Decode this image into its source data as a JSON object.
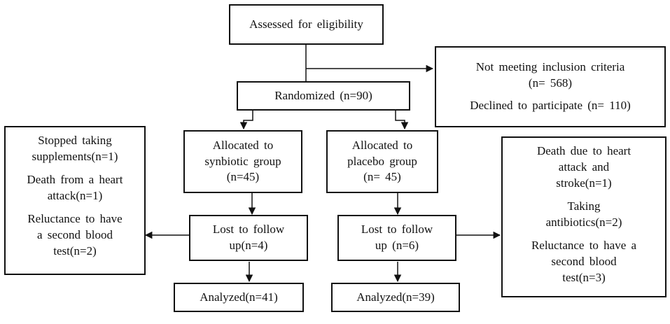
{
  "assessed": "Assessed for eligibility",
  "excluded": {
    "not_meeting": "Not meeting inclusion criteria",
    "not_meeting_n": "(n= 568)",
    "declined": "Declined to participate (n= 110)"
  },
  "randomized": "Randomized (n=90)",
  "synbiotic": {
    "allocated_1": "Allocated to",
    "allocated_2": "synbiotic group",
    "allocated_3": "(n=45)",
    "lost_1": "Lost to follow",
    "lost_2": "up(n=4)",
    "analyzed": "Analyzed(n=41)",
    "reasons": {
      "r1a": "Stopped taking",
      "r1b": "supplements(n=1)",
      "r2a": "Death from a heart",
      "r2b": "attack(n=1)",
      "r3a": "Reluctance to have",
      "r3b": "a second blood",
      "r3c": "test(n=2)"
    }
  },
  "placebo": {
    "allocated_1": "Allocated to",
    "allocated_2": "placebo group",
    "allocated_3": "(n= 45)",
    "lost_1": "Lost to follow",
    "lost_2": "up (n=6)",
    "analyzed": "Analyzed(n=39)",
    "reasons": {
      "r1a": "Death due to heart",
      "r1b": "attack and",
      "r1c": "stroke(n=1)",
      "r2a": "Taking",
      "r2b": "antibiotics(n=2)",
      "r3a": "Reluctance to have a",
      "r3b": "second blood",
      "r3c": "test(n=3)"
    }
  }
}
